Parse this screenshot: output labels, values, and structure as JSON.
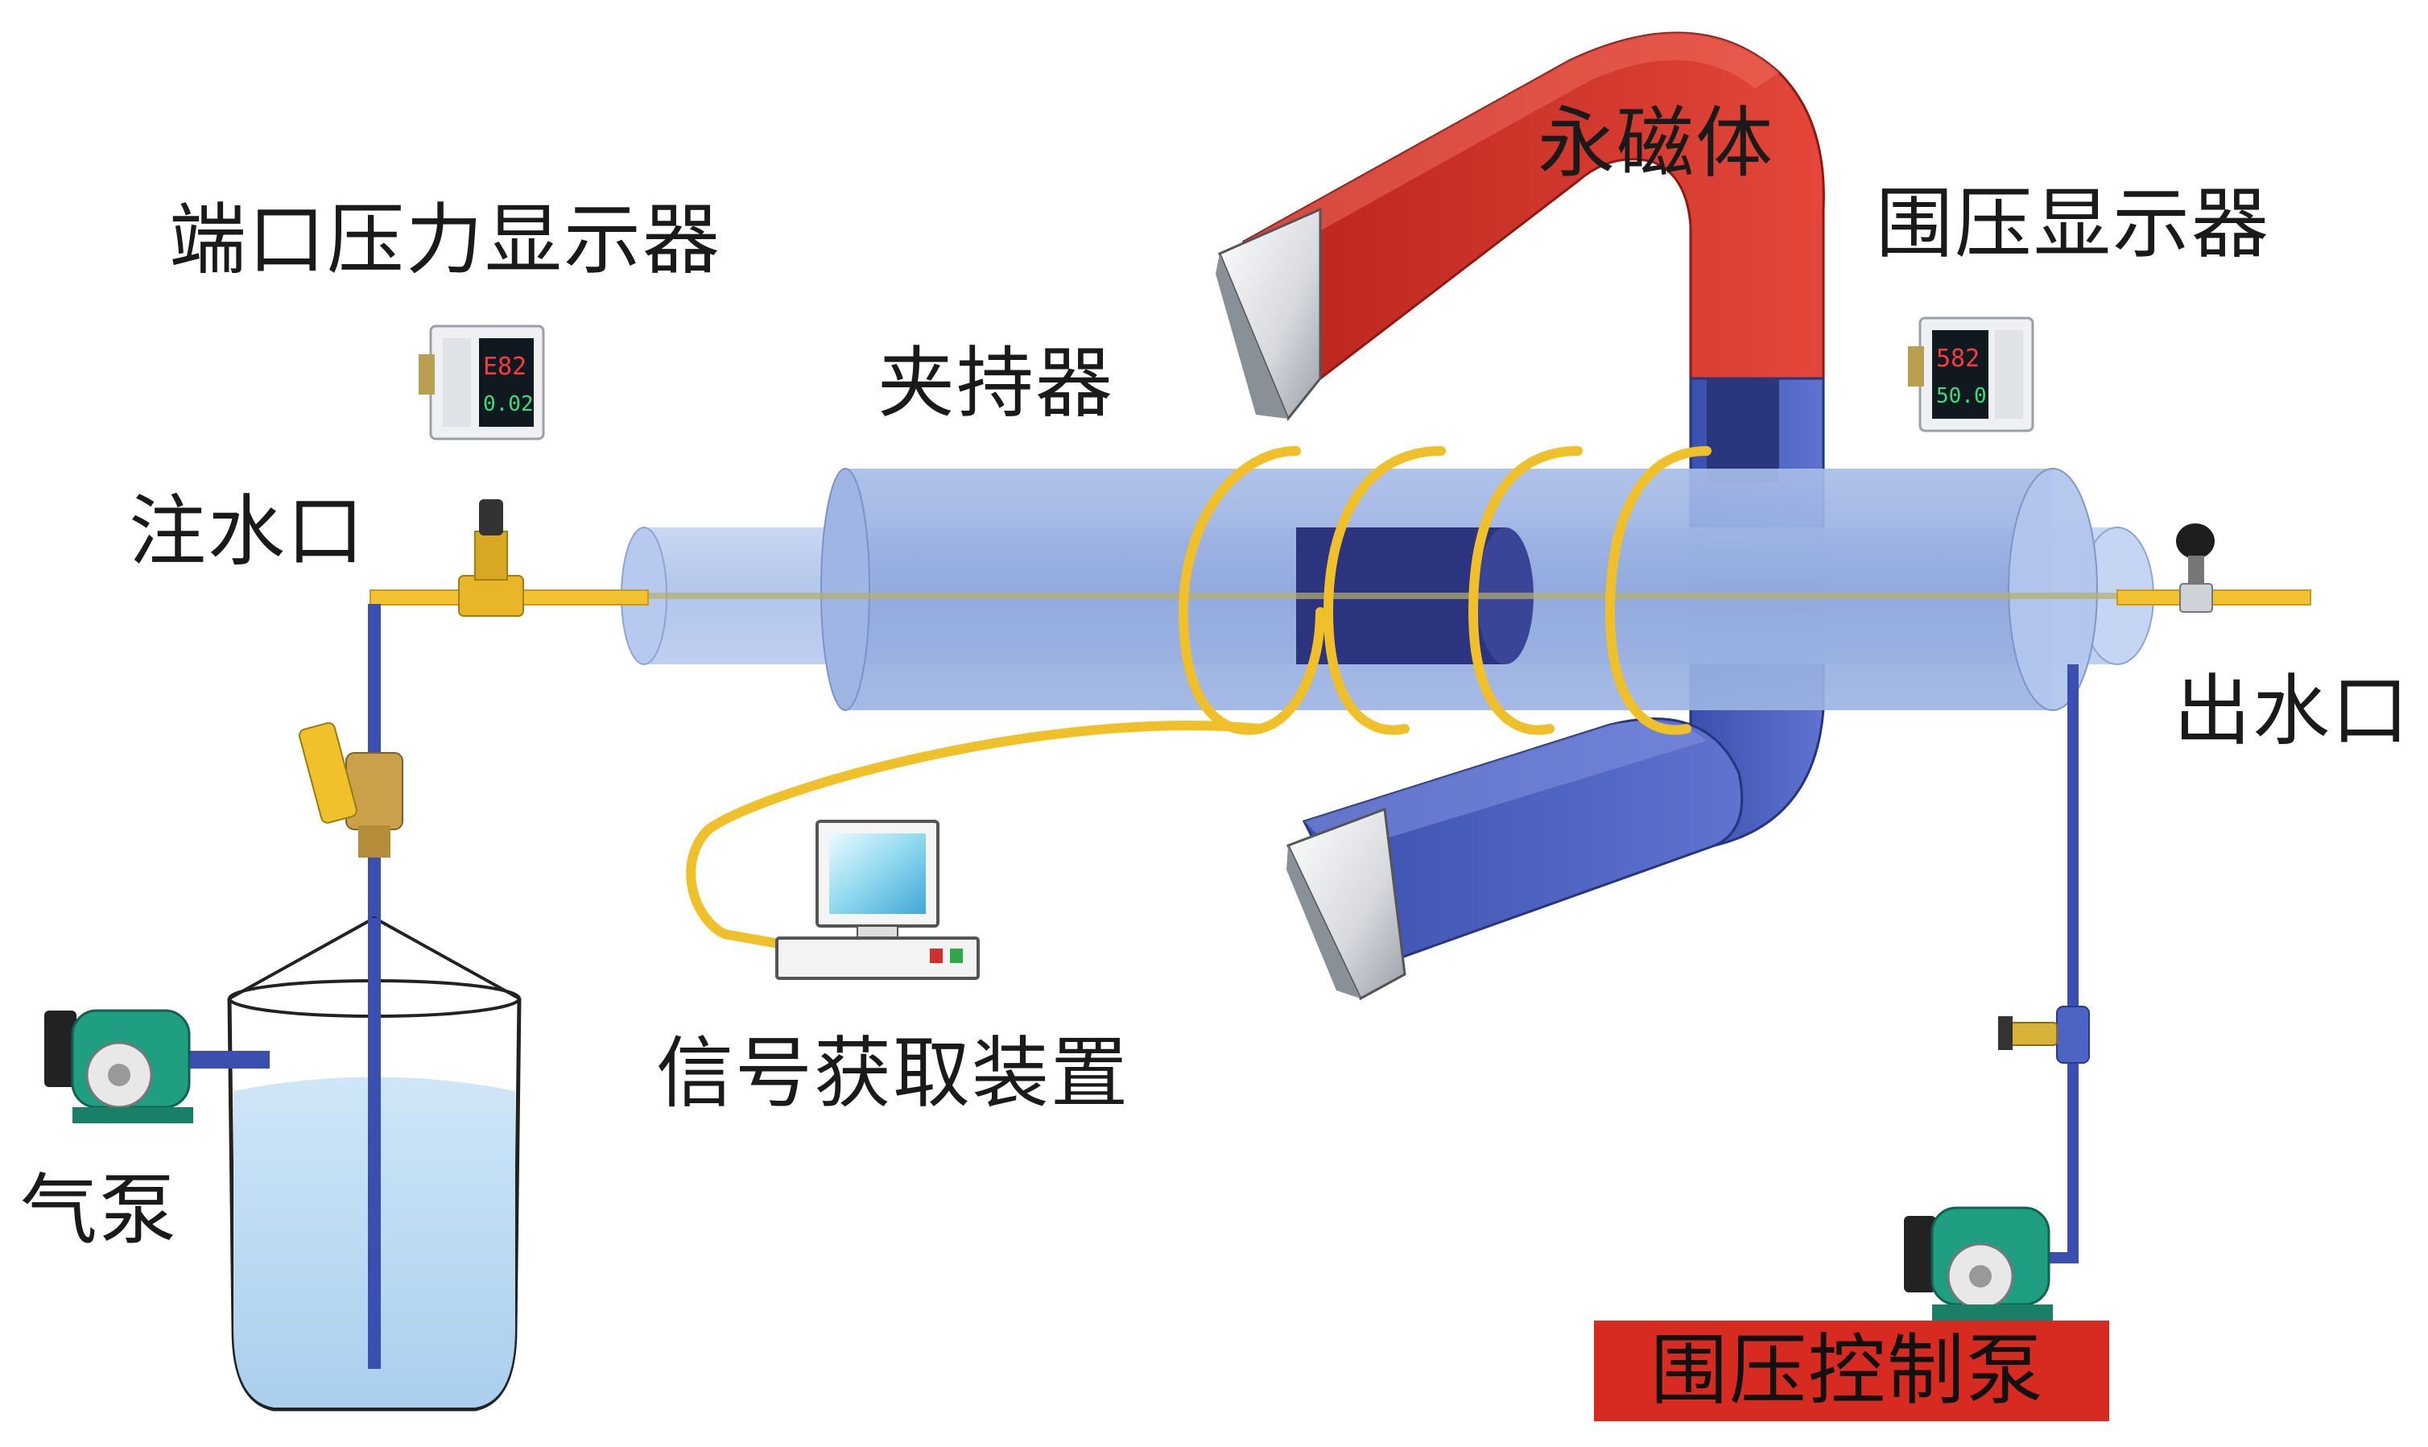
{
  "labels": {
    "port_pressure_display": "端口压力显示器",
    "injection_port": "注水口",
    "holder": "夹持器",
    "permanent_magnet": "永磁体",
    "confining_pressure_display": "围压显示器",
    "outlet": "出水口",
    "signal_device": "信号获取装置",
    "air_pump": "气泵",
    "confining_pump": "围压控制泵"
  },
  "gauge_left": {
    "top_reading": "E82",
    "bottom_reading": "0.02"
  },
  "gauge_right": {
    "top_reading": "582",
    "bottom_reading": "50.0"
  },
  "colors": {
    "pipe_yellow": "#f2c230",
    "pipe_blue": "#3a4fb0",
    "magnet_red": "#d8342a",
    "magnet_blue": "#4a5fc0",
    "tube_blue": "#9fb6e6",
    "water": "#b9d9f0",
    "label_bg_red": "#d72b22"
  }
}
